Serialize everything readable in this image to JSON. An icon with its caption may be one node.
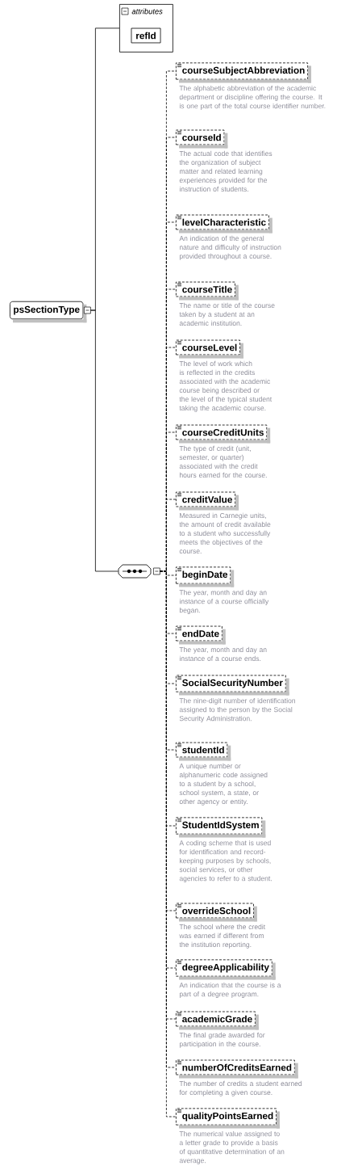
{
  "diagram": {
    "nodes": [
      {
        "text": [
          "psSectionType"
        ]
      },
      {
        "text": [
          "attributes"
        ]
      },
      {
        "text": [
          "refId"
        ],
        "in": 1
      },
      {
        "text": [],
        "shape": "octagon"
      },
      {
        "text": [
          "courseSubjectAbbreviation"
        ],
        "beside": [
          "The alphabetic abbreviation of the academic department or discipline offering the course. It is one part of the total course identifier number."
        ]
      },
      {
        "text": [
          "courseId"
        ],
        "beside": [
          "The actual code that identifies the organization of subject matter and related learning experiences provided for the instruction of students."
        ]
      },
      {
        "text": [
          "levelCharacteristic"
        ],
        "beside": [
          "An indication of the general nature and difficulty of instruction provided throughout a course."
        ]
      },
      {
        "text": [
          "courseTitle"
        ],
        "beside": [
          "The name or title of the course taken by a student at an academic institution."
        ]
      },
      {
        "text": [
          "courseLevel"
        ],
        "beside": [
          "The level of work which is reflected in the credits associated with the academic course being described or the level of the typical student taking the academic course."
        ]
      },
      {
        "text": [
          "courseCreditUnits"
        ],
        "beside": [
          "The type of credit (unit, semester, or quarter) associated with the credit hours earned for the course."
        ]
      },
      {
        "text": [
          "creditValue"
        ],
        "beside": [
          "Measured in Carnegie units, the amount of credit available to a student who successfully meets the objectives of the course."
        ]
      },
      {
        "text": [
          "beginDate"
        ],
        "beside": [
          "The year, month and day an instance of a course officially began."
        ]
      },
      {
        "text": [
          "endDate"
        ],
        "beside": [
          "The year, month and day an instance of a course ends."
        ]
      },
      {
        "text": [
          "SocialSecurityNumber"
        ],
        "beside": [
          "The nine-digit number of identification assigned to the person by the Social Security Administration."
        ]
      },
      {
        "text": [
          "studentId"
        ],
        "beside": [
          "A unique number or alphanumeric code assigned to a student by a school, school system, a state, or other agency or entity."
        ]
      },
      {
        "text": [
          "StudentIdSystem"
        ],
        "beside": [
          "A coding scheme that is used for identification and record-keeping purposes by schools, social services, or other agencies to refer to a student."
        ]
      },
      {
        "text": [
          "overrideSchool"
        ],
        "beside": [
          "The school where the credit was earned if different from the institution reporting."
        ]
      },
      {
        "text": [
          "degreeApplicability"
        ],
        "beside": [
          "An indication that the course is a part of a degree program."
        ]
      },
      {
        "text": [
          "academicGrade"
        ],
        "beside": [
          "The final grade awarded for participation in the course."
        ]
      },
      {
        "text": [
          "numberOfCreditsEarned"
        ],
        "beside": [
          "The number of credits a student earned for completing a given course."
        ]
      },
      {
        "text": [
          "qualityPointsEarned"
        ],
        "beside": [
          "The numerical value assigned to a letter grade to provide a basis of quantitative determination of an average."
        ]
      }
    ],
    "edges": [
      {
        "from": 0,
        "to": 1,
        "arrow": "none"
      },
      {
        "from": 0,
        "to": 3,
        "arrow": "none"
      },
      {
        "from": 3,
        "to": 4,
        "arrow": "none",
        "style": "dashed"
      },
      {
        "from": 3,
        "to": 5,
        "arrow": "none",
        "style": "dashed"
      },
      {
        "from": 3,
        "to": 6,
        "arrow": "none",
        "style": "dashed"
      },
      {
        "from": 3,
        "to": 7,
        "arrow": "none",
        "style": "dashed"
      },
      {
        "from": 3,
        "to": 8,
        "arrow": "none",
        "style": "dashed"
      },
      {
        "from": 3,
        "to": 9,
        "arrow": "none",
        "style": "dashed"
      },
      {
        "from": 3,
        "to": 10,
        "arrow": "none",
        "style": "dashed"
      },
      {
        "from": 3,
        "to": 11,
        "arrow": "none",
        "style": "dashed"
      },
      {
        "from": 3,
        "to": 12,
        "arrow": "none",
        "style": "dashed"
      },
      {
        "from": 3,
        "to": 13,
        "arrow": "none",
        "style": "dashed"
      },
      {
        "from": 3,
        "to": 14,
        "arrow": "none",
        "style": "dashed"
      },
      {
        "from": 3,
        "to": 15,
        "arrow": "none",
        "style": "dashed"
      },
      {
        "from": 3,
        "to": 16,
        "arrow": "none",
        "style": "dashed"
      },
      {
        "from": 3,
        "to": 17,
        "arrow": "none",
        "style": "dashed"
      },
      {
        "from": 3,
        "to": 18,
        "arrow": "none",
        "style": "dashed"
      },
      {
        "from": 3,
        "to": 19,
        "arrow": "none",
        "style": "dashed"
      },
      {
        "from": 3,
        "to": 20,
        "arrow": "none",
        "style": "dashed"
      }
    ]
  }
}
